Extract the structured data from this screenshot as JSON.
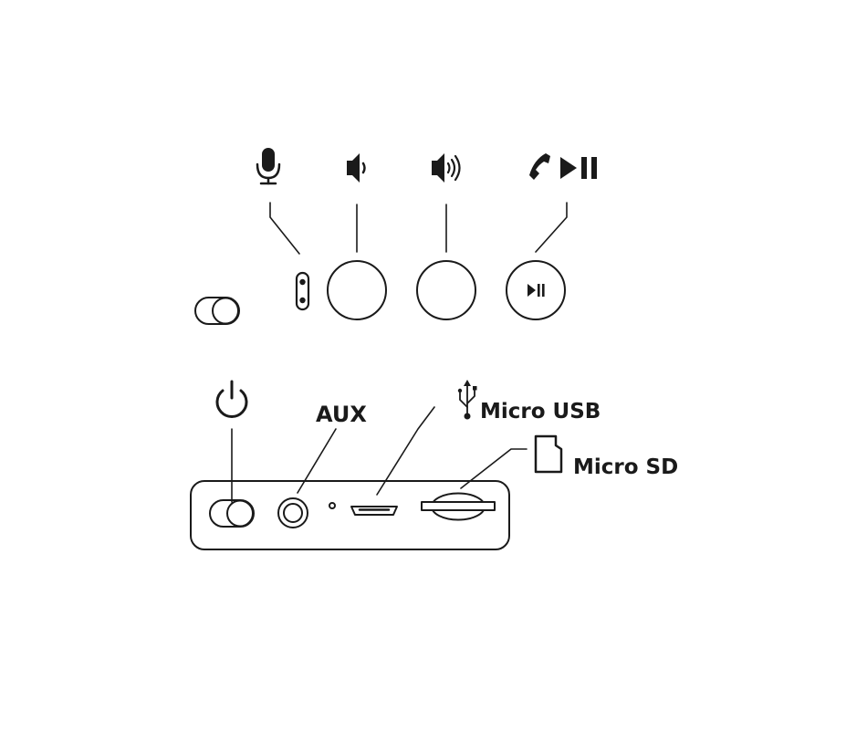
{
  "labels": {
    "aux": "AUX",
    "micro_usb": "Micro USB",
    "micro_sd": "Micro SD"
  },
  "icons": {
    "top_row": [
      "microphone-icon",
      "volume-down-icon",
      "volume-up-icon",
      "call-play-pause-icon"
    ],
    "bottom_row": [
      "power-icon",
      "usb-icon",
      "micro-sd-card-icon"
    ]
  },
  "colors": {
    "stroke": "#1a1a1a",
    "background": "#ffffff"
  }
}
